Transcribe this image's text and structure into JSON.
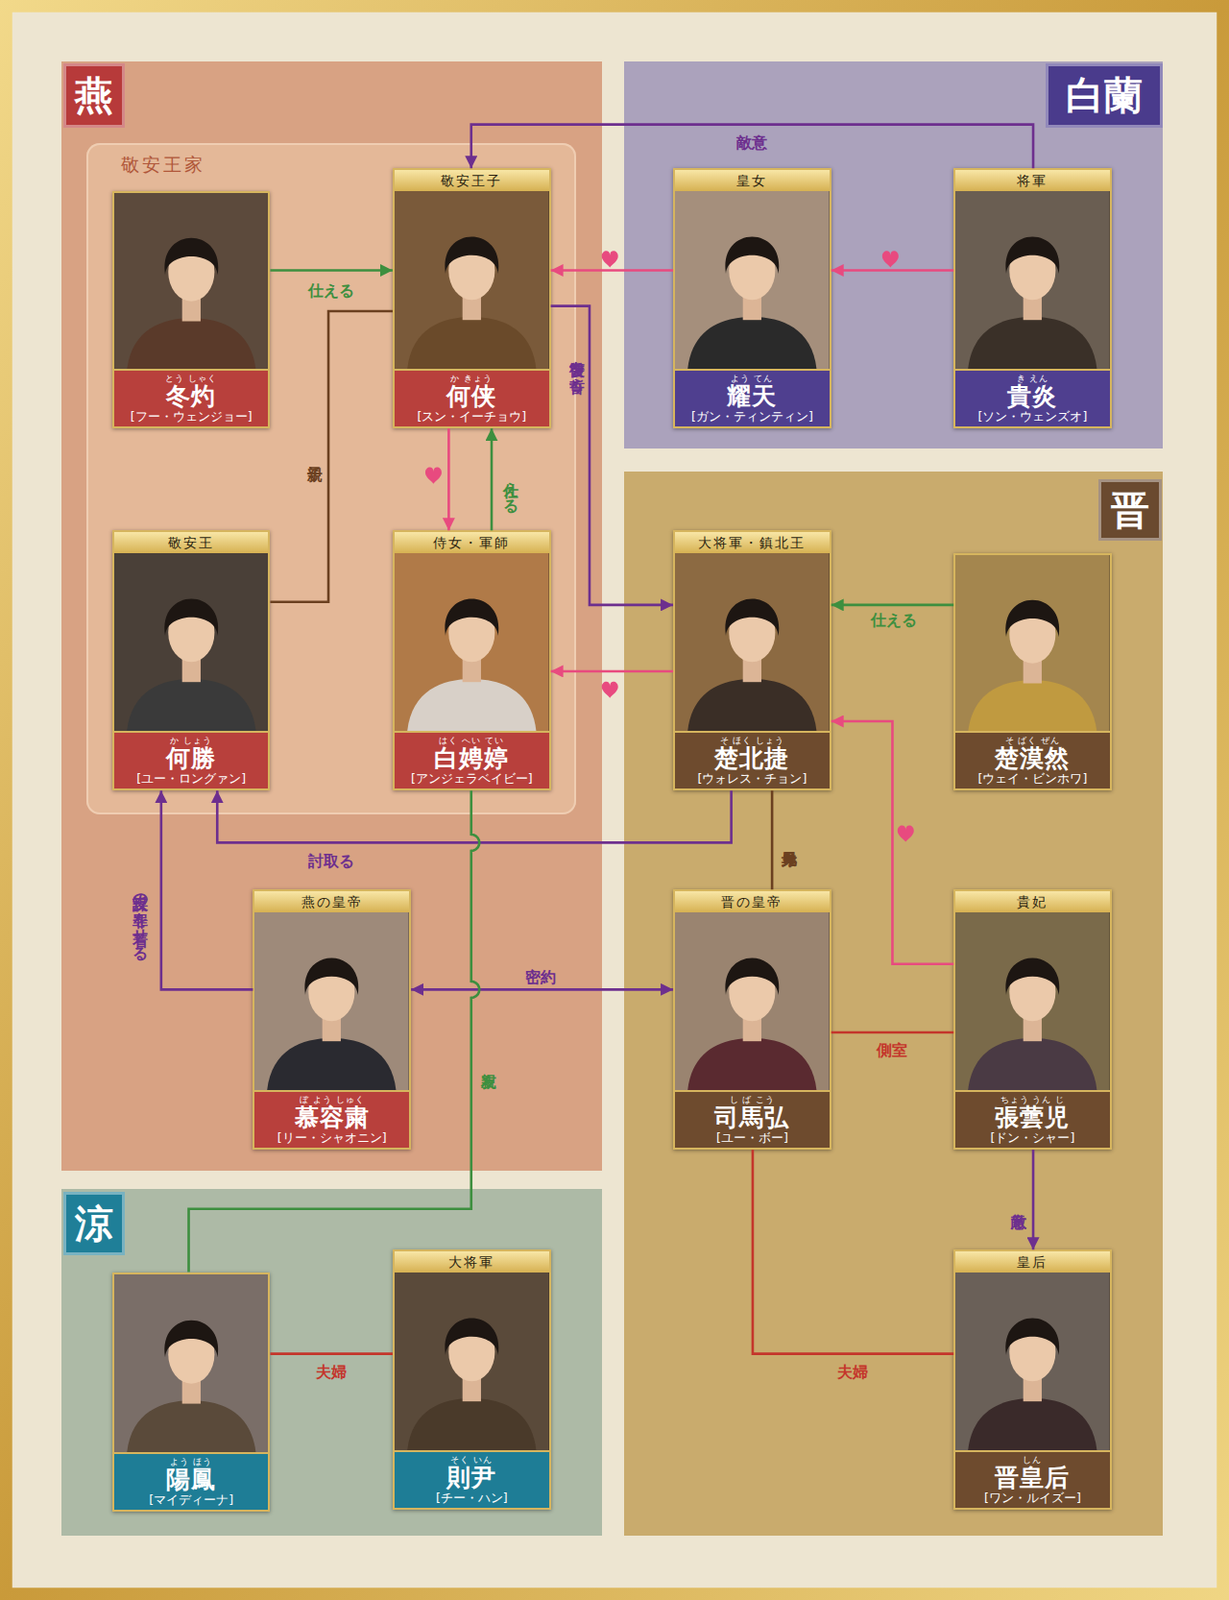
{
  "diagram": {
    "nodes": [
      {
        "text": [
          "燕"
        ]
      },
      {
        "text": [
          "敬安王家"
        ],
        "in": 0
      },
      {
        "text": [
          "とう しゃく",
          "冬灼",
          "[フー・ウェンジョー]"
        ],
        "in": 1
      },
      {
        "text": [
          "敬安王子",
          "か きょう",
          "何侠",
          "[スン・イーチョウ]"
        ],
        "in": 1
      },
      {
        "text": [
          "敬安王",
          "か しょう",
          "何勝",
          "[ユー・ロングァン]"
        ],
        "in": 1
      },
      {
        "text": [
          "侍女・軍師",
          "はく へい てい",
          "白娉婷",
          "[アンジェラベイビー]"
        ],
        "in": 1
      },
      {
        "text": [
          "燕の皇帝",
          "ぼ よう しゅく",
          "慕容粛",
          "[リー・シャオニン]"
        ],
        "in": 0
      },
      {
        "text": [
          "白蘭"
        ]
      },
      {
        "text": [
          "皇女",
          "よう てん",
          "耀天",
          "[ガン・ティンティン]"
        ],
        "in": 7
      },
      {
        "text": [
          "将軍",
          "き えん",
          "貴炎",
          "[ソン・ウェンズオ]"
        ],
        "in": 7
      },
      {
        "text": [
          "晋"
        ]
      },
      {
        "text": [
          "大将軍・鎮北王",
          "そ ほく しょう",
          "楚北捷",
          "[ウォレス・チョン]"
        ],
        "in": 10
      },
      {
        "text": [
          "そ ばく ぜん",
          "楚漠然",
          "[ウェイ・ビンホワ]"
        ],
        "in": 10
      },
      {
        "text": [
          "晋の皇帝",
          "し ば こう",
          "司馬弘",
          "[ユー・ボー]"
        ],
        "in": 10
      },
      {
        "text": [
          "貴妃",
          "ちょう うん じ",
          "張蕓児",
          "[ドン・シャー]"
        ],
        "in": 10
      },
      {
        "text": [
          "皇后",
          "しん",
          "晋皇后",
          "[ワン・ルイズー]"
        ],
        "in": 10
      },
      {
        "text": [
          "涼"
        ]
      },
      {
        "text": [
          "よう ほう",
          "陽鳳",
          "[マイディーナ]"
        ],
        "in": 16
      },
      {
        "text": [
          "大将軍",
          "そく いん",
          "則尹",
          "[チー・ハン]"
        ],
        "in": 16
      }
    ],
    "edges": [
      {
        "from": 2,
        "to": 3,
        "arrow": "to",
        "label": "仕える"
      },
      {
        "from": 9,
        "to": 3,
        "arrow": "to",
        "label": "敵意"
      },
      {
        "from": 8,
        "to": 3,
        "arrow": "to"
      },
      {
        "from": 9,
        "to": 8,
        "arrow": "to"
      },
      {
        "from": 4,
        "to": 3,
        "arrow": "none",
        "label": "親子"
      },
      {
        "from": 3,
        "to": 11,
        "arrow": "to",
        "label": "復讐を誓う"
      },
      {
        "from": 3,
        "to": 5,
        "arrow": "to"
      },
      {
        "from": 5,
        "to": 3,
        "arrow": "to",
        "label": "仕える"
      },
      {
        "from": 11,
        "to": 5,
        "arrow": "to"
      },
      {
        "from": 12,
        "to": 11,
        "arrow": "to",
        "label": "仕える"
      },
      {
        "from": 11,
        "to": 4,
        "arrow": "to",
        "label": "討取る"
      },
      {
        "from": 11,
        "to": 13,
        "arrow": "none",
        "label": "異母兄弟"
      },
      {
        "from": 14,
        "to": 11,
        "arrow": "to"
      },
      {
        "from": 6,
        "to": 4,
        "arrow": "to",
        "label": "謀反の罪を着せる"
      },
      {
        "from": 6,
        "to": 13,
        "arrow": "both",
        "label": "密約"
      },
      {
        "from": 5,
        "to": 17,
        "arrow": "none",
        "label": "親友"
      },
      {
        "from": 13,
        "to": 14,
        "arrow": "none",
        "label": "側室"
      },
      {
        "from": 14,
        "to": 15,
        "arrow": "to",
        "label": "敵意"
      },
      {
        "from": 17,
        "to": 18,
        "arrow": "none",
        "label": "夫婦"
      },
      {
        "from": 13,
        "to": 15,
        "arrow": "none",
        "label": "夫婦"
      }
    ]
  }
}
